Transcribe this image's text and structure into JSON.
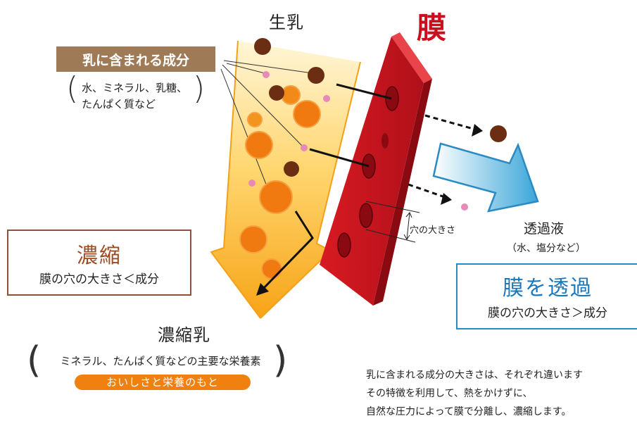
{
  "labels": {
    "raw_milk": "生乳",
    "membrane": "膜",
    "milk_components": "乳に含まれる成分",
    "components_line1": "水、ミネラル、乳糖、",
    "components_line2": "たんぱく質など",
    "concentrate_title": "濃縮",
    "concentrate_condition": "膜の穴の大きさ＜成分",
    "permeate": "透過液",
    "permeate_examples": "（水、塩分など）",
    "permeate_title": "膜を透過",
    "permeate_condition": "膜の穴の大きさ＞成分",
    "hole_size": "穴の大きさ",
    "concentrated_milk": "濃縮乳",
    "concentrated_components": "ミネラル、たんぱく質などの主要な栄養素",
    "taste_nutrition": "おいしさと栄養のもと"
  },
  "note": {
    "line1": "乳に含まれる成分の大きさは、それぞれ違います",
    "line2": "その特徴を利用して、熱をかけずに、",
    "line3": "自然な圧力によって膜で分離し、濃縮します。"
  },
  "colors": {
    "membrane_red": "#c8101e",
    "component_brown": "#6b2e12",
    "fat_orange": "#f07a10",
    "salt_pink": "#e889b8",
    "permeate_blue": "#2a8ac4",
    "concentrate_brown": "#a04a22",
    "label_bg": "#9f7a56"
  }
}
